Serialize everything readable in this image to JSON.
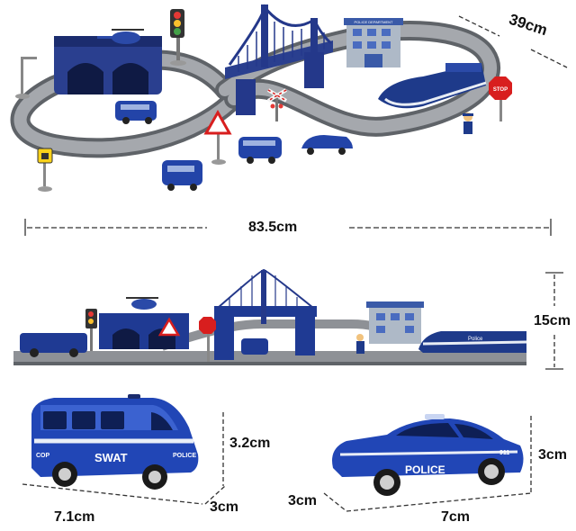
{
  "dimensions": {
    "depth_top": "39cm",
    "length_top": "83.5cm",
    "height_side": "15cm",
    "swat_height": "3.2cm",
    "swat_depth": "3cm",
    "swat_length": "7.1cm",
    "police_height": "3cm",
    "police_depth": "3cm",
    "police_length": "7cm"
  },
  "printed_text": {
    "swat_side": "SWAT",
    "swat_police": "POLICE",
    "cop_plate": "COP",
    "police_car_side": "POLICE",
    "police_car_number": "911",
    "stop_sign": "STOP",
    "station_sign": "POLICE DEPARTMENT",
    "train_text": "Police"
  },
  "colors": {
    "track": "#8e9196",
    "track_edge": "#5f6368",
    "toy_blue": "#1f3a93",
    "dark_blue": "#132563",
    "stop_red": "#d81e1e"
  }
}
